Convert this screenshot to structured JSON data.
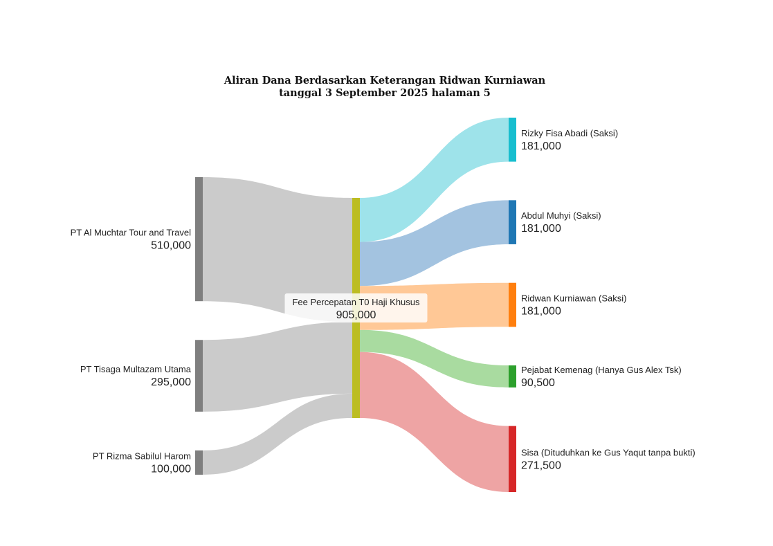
{
  "chart_data": {
    "type": "sankey",
    "title": "Aliran Dana Berdasarkan Keterangan Ridwan Kurniawan",
    "subtitle": "tanggal 3 September 2025 halaman 5",
    "sources": [
      {
        "name": "PT Al Muchtar Tour and Travel",
        "value": 510000,
        "value_label": "510,000",
        "color": "#7f7f7f"
      },
      {
        "name": "PT Tisaga Multazam Utama",
        "value": 295000,
        "value_label": "295,000",
        "color": "#7f7f7f"
      },
      {
        "name": "PT Rizma Sabilul Harom",
        "value": 100000,
        "value_label": "100,000",
        "color": "#7f7f7f"
      }
    ],
    "middle": {
      "name": "Fee Percepatan T0 Haji Khusus",
      "value": 905000,
      "value_label": "905,000",
      "color": "#bcbd22"
    },
    "targets": [
      {
        "name": "Rizky Fisa Abadi (Saksi)",
        "value": 181000,
        "value_label": "181,000",
        "color": "#17becf",
        "link_color": "#9ee3ea"
      },
      {
        "name": "Abdul Muhyi (Saksi)",
        "value": 181000,
        "value_label": "181,000",
        "color": "#1f77b4",
        "link_color": "#a3c3e0"
      },
      {
        "name": "Ridwan Kurniawan (Saksi)",
        "value": 181000,
        "value_label": "181,000",
        "color": "#ff7f0e",
        "link_color": "#ffc896"
      },
      {
        "name": "Pejabat Kemenag (Hanya Gus Alex Tsk)",
        "value": 90500,
        "value_label": "90,500",
        "color": "#2ca02c",
        "link_color": "#a9dba0"
      },
      {
        "name": "Sisa (Dituduhkan ke Gus Yaqut tanpa bukti)",
        "value": 271500,
        "value_label": "271,500",
        "color": "#d62728",
        "link_color": "#eea4a4"
      }
    ],
    "source_link_color": "#c8c8c8"
  }
}
